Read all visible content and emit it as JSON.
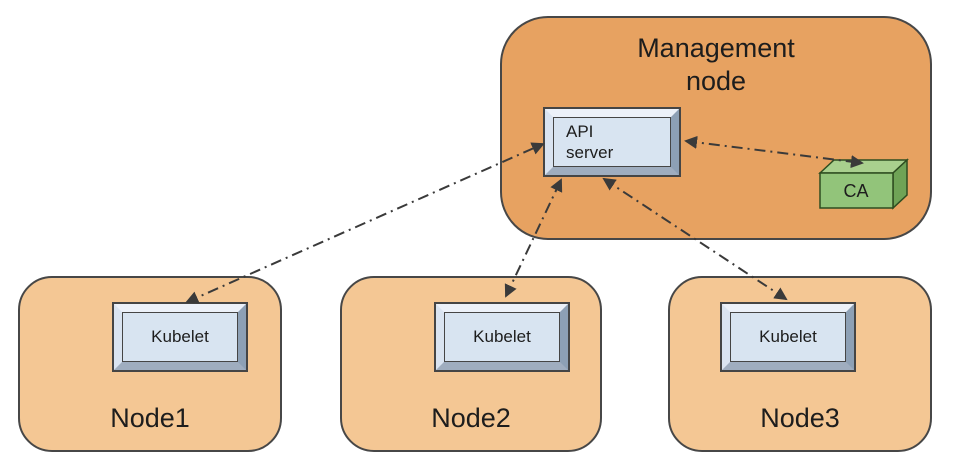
{
  "management_node": {
    "label": "Management node",
    "label_line1": "Management",
    "label_line2": "node",
    "api_server": {
      "label": "API server",
      "label_line1": "API",
      "label_line2": "server"
    },
    "ca": {
      "label": "CA"
    }
  },
  "worker_nodes": [
    {
      "label": "Node1",
      "component_label": "Kubelet"
    },
    {
      "label": "Node2",
      "component_label": "Kubelet"
    },
    {
      "label": "Node3",
      "component_label": "Kubelet"
    }
  ],
  "connections": [
    {
      "from": "API server",
      "to": "Kubelet on Node1",
      "line_style": "dash-dot",
      "arrows": "both-ends"
    },
    {
      "from": "API server",
      "to": "Kubelet on Node2",
      "line_style": "dash-dot",
      "arrows": "both-ends"
    },
    {
      "from": "API server",
      "to": "Kubelet on Node3",
      "line_style": "dash-dot",
      "arrows": "both-ends"
    },
    {
      "from": "API server",
      "to": "CA",
      "line_style": "dash-dot",
      "arrows": "both-ends"
    }
  ],
  "colors": {
    "management_node_fill": "#e7a261",
    "worker_node_fill": "#f4c794",
    "component_face_fill": "#d8e4f1",
    "ca_front_fill": "#92c47a",
    "ca_top_fill": "#a9d08e",
    "ca_side_fill": "#6fa356",
    "outline": "#474747",
    "arrow": "#3a3a3a",
    "text": "#1d1d1d"
  }
}
